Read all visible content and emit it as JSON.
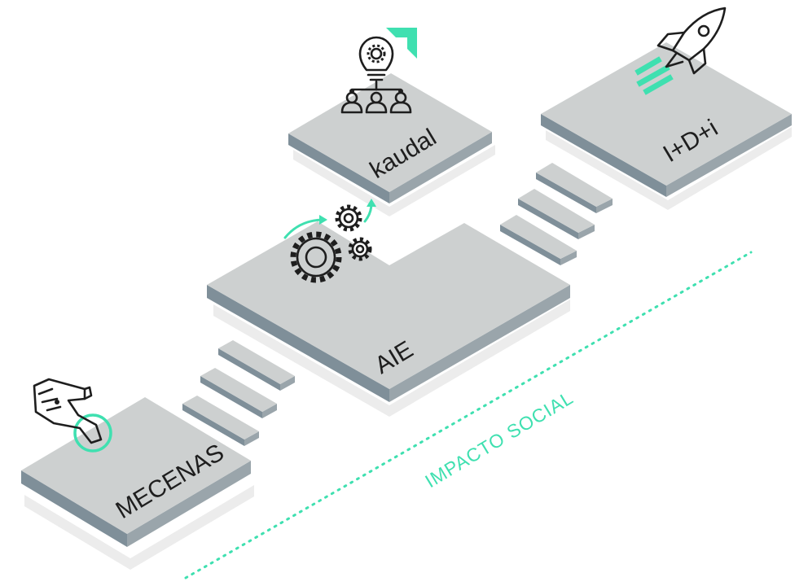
{
  "diagram": {
    "blocks": {
      "mecenas": "MECENAS",
      "aie": "AIE",
      "kaudal": "kaudal",
      "idi": "I+D+i"
    },
    "axis_label": "IMPACTO SOCIAL",
    "icons": {
      "mecenas": "robot-hand-icon",
      "aie": "gears-icon",
      "kaudal": "lightbulb-team-icon",
      "idi": "rocket-icon"
    },
    "colors": {
      "accent": "#3fe0b0",
      "block_top": "#cdd0d0",
      "block_side": "#8e9ba2",
      "text": "#1e1e1e"
    }
  }
}
